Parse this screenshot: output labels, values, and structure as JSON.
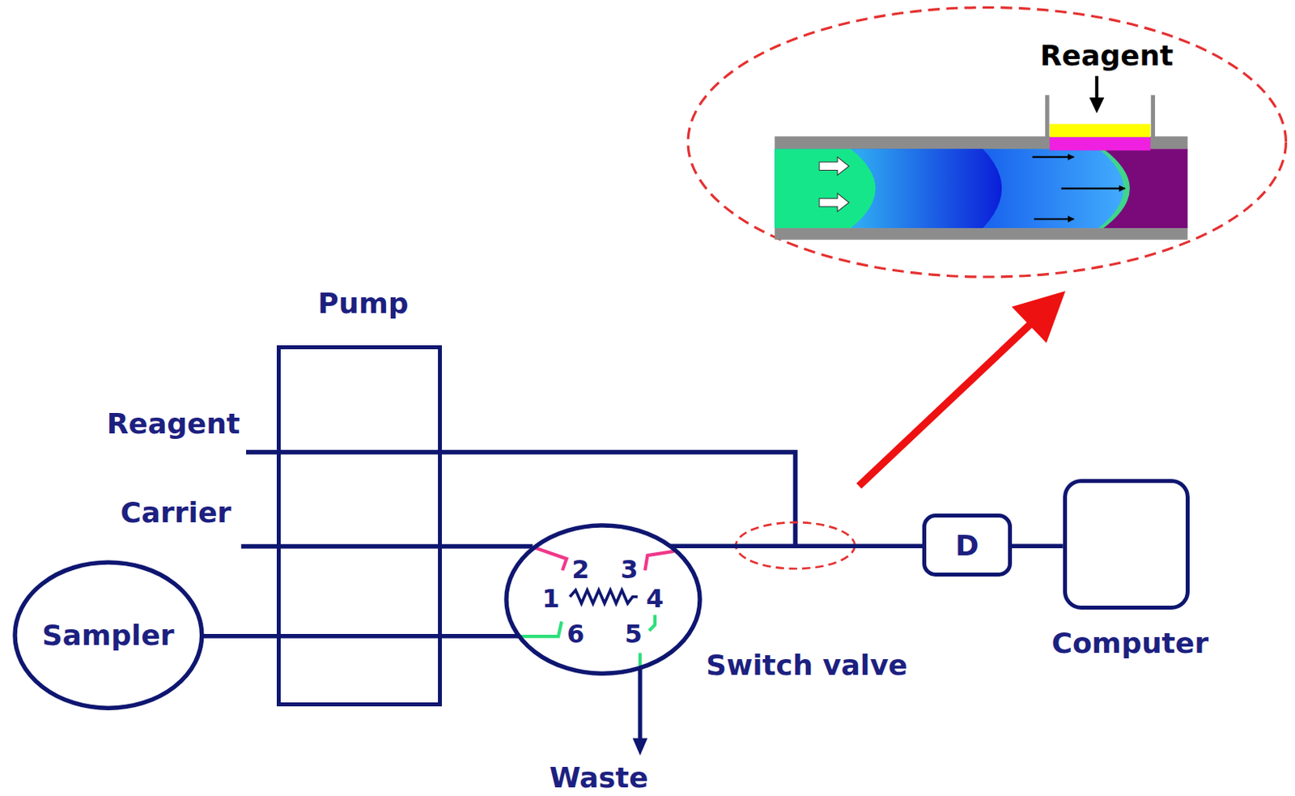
{
  "diagram": {
    "nodes": [
      {
        "text": [
          "Pump"
        ]
      },
      {
        "text": [
          "Sampler"
        ]
      },
      {
        "text": [
          "Switch valve"
        ]
      },
      {
        "text": [
          "D"
        ]
      },
      {
        "text": [
          "Computer"
        ]
      }
    ],
    "edges": [
      {
        "from": 1,
        "to": 2,
        "arrow": "none"
      },
      {
        "from": 2,
        "to": 3,
        "arrow": "none"
      },
      {
        "from": 3,
        "to": 4,
        "arrow": "none"
      }
    ],
    "labels": [
      "Reagent",
      "Reagent",
      "Carrier",
      "2",
      "3",
      "1",
      "4",
      "6",
      "5",
      "Waste"
    ]
  }
}
